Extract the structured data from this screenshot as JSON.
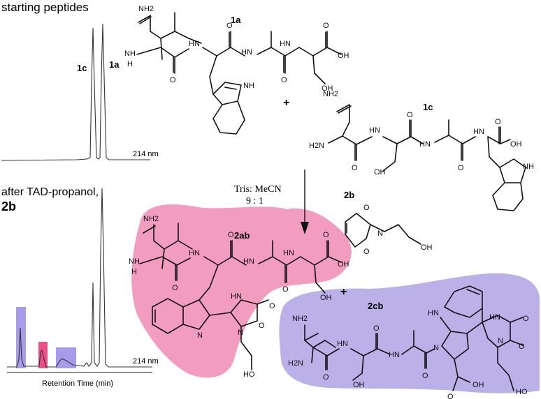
{
  "panel_top": {
    "heading": "starting peptides",
    "peak_left_label": "1c",
    "peak_right_label": "1a",
    "wavelength": "214 nm"
  },
  "panel_bottom": {
    "heading_line1": "after TAD-propanol,",
    "heading_line2": "2b",
    "wavelength": "214 nm",
    "xaxis_label": "Retention Time (min)"
  },
  "reaction": {
    "conditions_line1": "Tris: MeCN",
    "conditions_line2": "9 : 1",
    "plus_top": "+",
    "plus_bottom": "+"
  },
  "compounds": {
    "c1a": "1a",
    "c1c": "1c",
    "c2b": "2b",
    "c2ab": "2ab",
    "c2cb": "2cb"
  },
  "atoms": {
    "nh2": "NH2",
    "h2n": "H2N",
    "nh": "NH",
    "hn": "HN",
    "n": "N",
    "h": "H",
    "o": "O",
    "oh": "OH",
    "ho": "HO"
  },
  "colors": {
    "pink_region": "#f08cb4",
    "purple_region": "#b4a9e6",
    "blue_bar": "#a79bea",
    "pink_bar": "#ea4f86"
  }
}
